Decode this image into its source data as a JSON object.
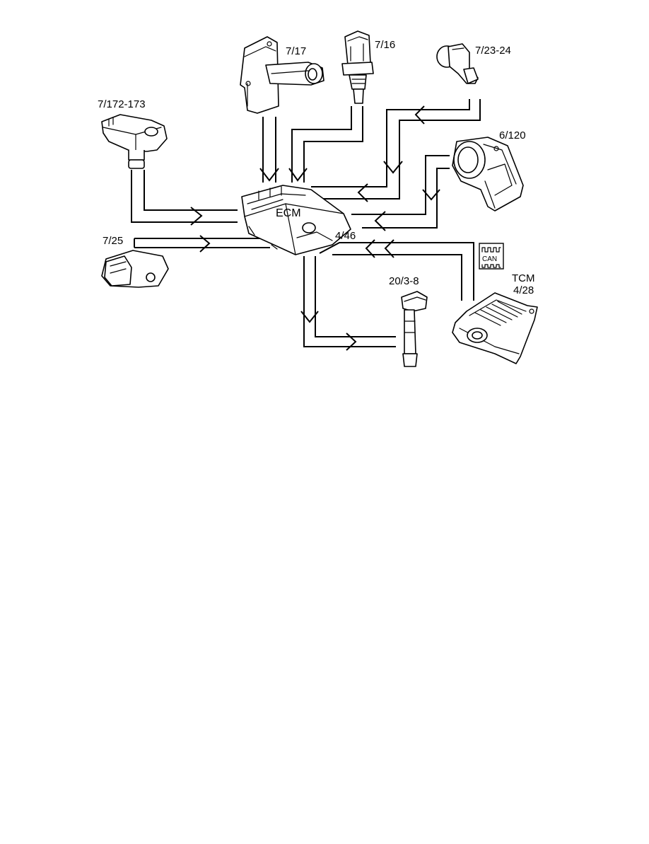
{
  "diagram": {
    "ecm": {
      "label": "ECM",
      "ref": "4/46"
    },
    "components": [
      {
        "key": "camshaft_sensor",
        "label": "7/172-173"
      },
      {
        "key": "maf_sensor",
        "label": "7/17"
      },
      {
        "key": "coolant_temp_sensor",
        "label": "7/16"
      },
      {
        "key": "oil_pressure_sensor",
        "label": "7/23-24"
      },
      {
        "key": "throttle_unit",
        "label": "6/120"
      },
      {
        "key": "crankshaft_sensor",
        "label": "7/25"
      },
      {
        "key": "ignition_coil",
        "label": "20/3-8"
      },
      {
        "key": "tcm",
        "label": "TCM",
        "ref": "4/28"
      }
    ],
    "can_badge": "CAN"
  }
}
